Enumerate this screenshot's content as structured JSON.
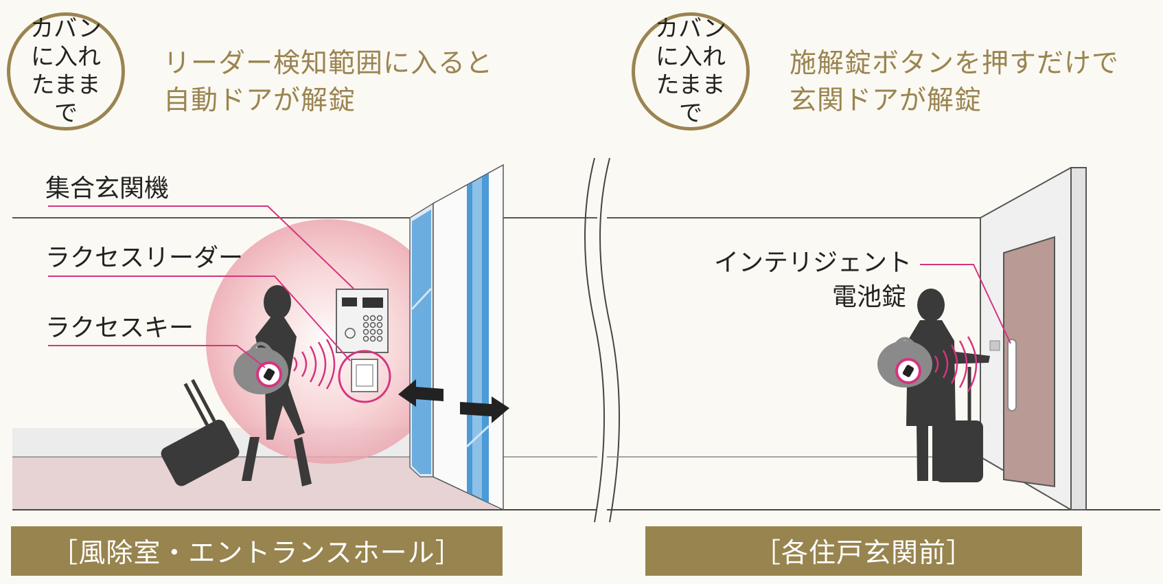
{
  "left": {
    "badge": "カバンに入れたままで",
    "headline": "リーダー検知範囲に入ると\n自動ドアが解錠",
    "labels": [
      "集合玄関機",
      "ラクセスリーダー",
      "ラクセスキー"
    ],
    "banner": "［風除室・エントランスホール］"
  },
  "right": {
    "badge": "カバンに入れたままで",
    "headline": "施解錠ボタンを押すだけで\n玄関ドアが解錠",
    "label_line1": "インテリジェント",
    "label_line2": "電池錠",
    "banner": "［各住戸玄関前］"
  },
  "colors": {
    "gold": "#9a8450",
    "banner": "#98844f",
    "magenta": "#d6337f",
    "glass": "#4a9bd6",
    "door": "#b99a94",
    "floor": "#e7d3d3",
    "silhouette": "#3a3a3a"
  }
}
